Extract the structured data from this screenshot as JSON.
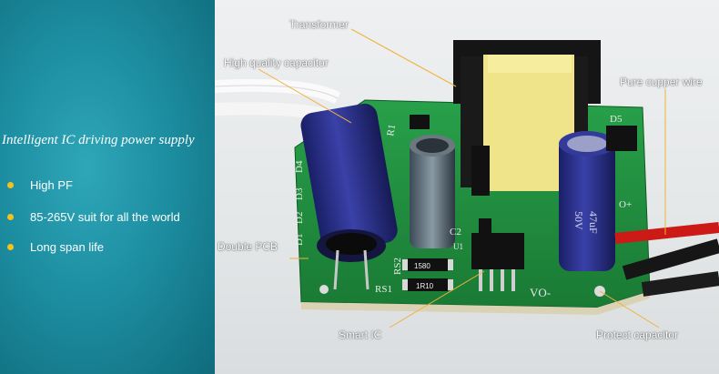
{
  "left_panel": {
    "tagline": "Intelligent IC driving power supply",
    "features": [
      {
        "label": "High PF"
      },
      {
        "label": "85-265V suit for all the world"
      },
      {
        "label": "Long span life"
      }
    ],
    "bullet_color": "#f3c21b",
    "background_color": "#1d8ea1"
  },
  "callouts": {
    "transformer": "Transformer",
    "capacitor": "High quality capacitor",
    "copper_wire": "Pure cupper wire",
    "pcb": "Double PCB",
    "smart_ic": "Smart IC",
    "protect_capacitor": "Protect capacitor"
  },
  "pcb_markings": {
    "d5": "D5",
    "r1": "R1",
    "d4": "D4",
    "d3": "D3",
    "d2": "D2",
    "d1": "D1",
    "c2": "C2",
    "u1": "U1",
    "rs2": "RS2",
    "rs1": "RS1",
    "resistor_a": "1580",
    "resistor_b": "1R10",
    "vo_minus": "VO-",
    "vo_plus": "O+",
    "cap_small_value": "47uF",
    "cap_small_voltage": "50V"
  },
  "colors": {
    "pcb_green": "#1f8a3a",
    "capacitor_blue": "#2a2f8c",
    "transformer_yellow": "#efe48a"
  }
}
